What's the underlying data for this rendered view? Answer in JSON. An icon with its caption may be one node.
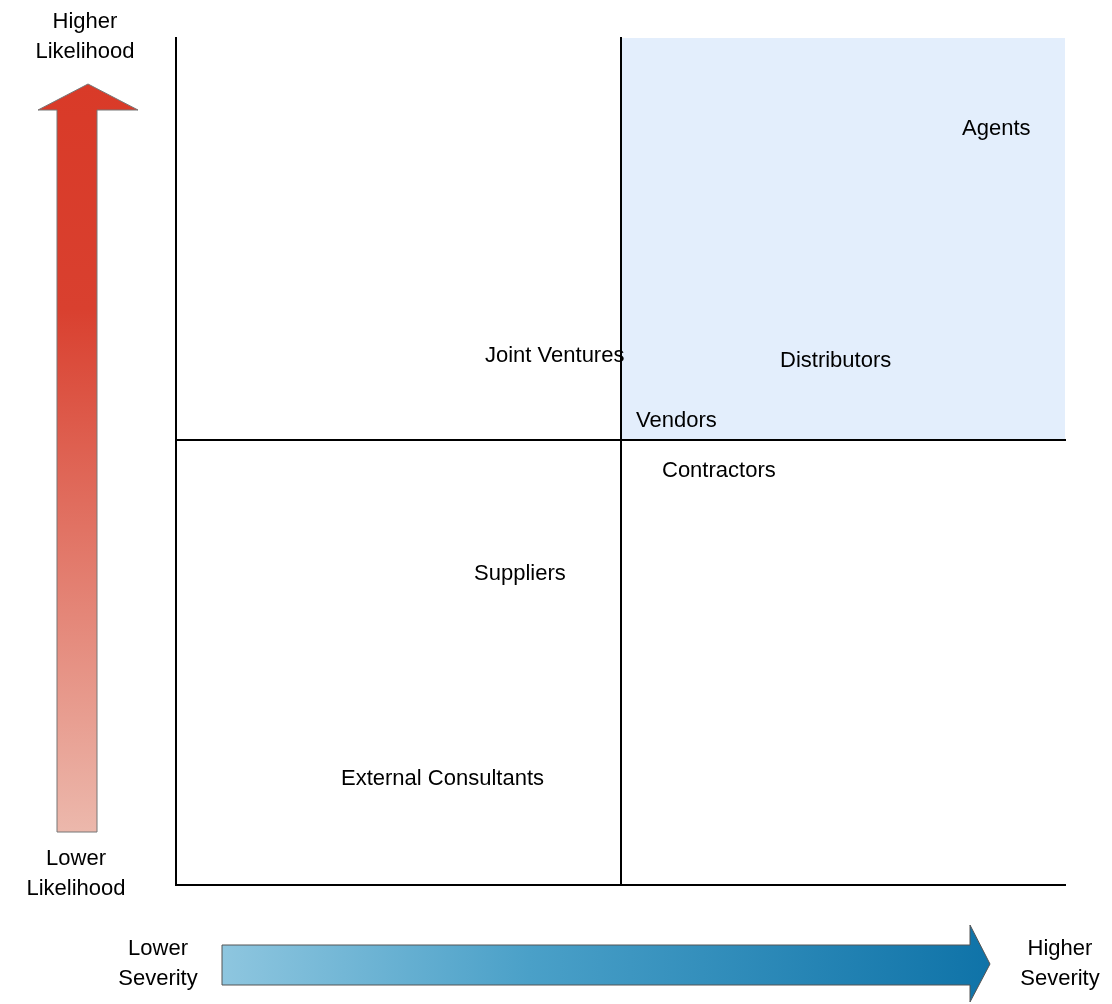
{
  "diagram": {
    "labels": [
      "Higher Likelihood",
      "Agents",
      "Joint Ventures",
      "Distributors",
      "Vendors",
      "Contractors",
      "Suppliers",
      "External Consultants",
      "Lower Likelihood",
      "Lower Severity",
      "Higher Severity"
    ]
  }
}
